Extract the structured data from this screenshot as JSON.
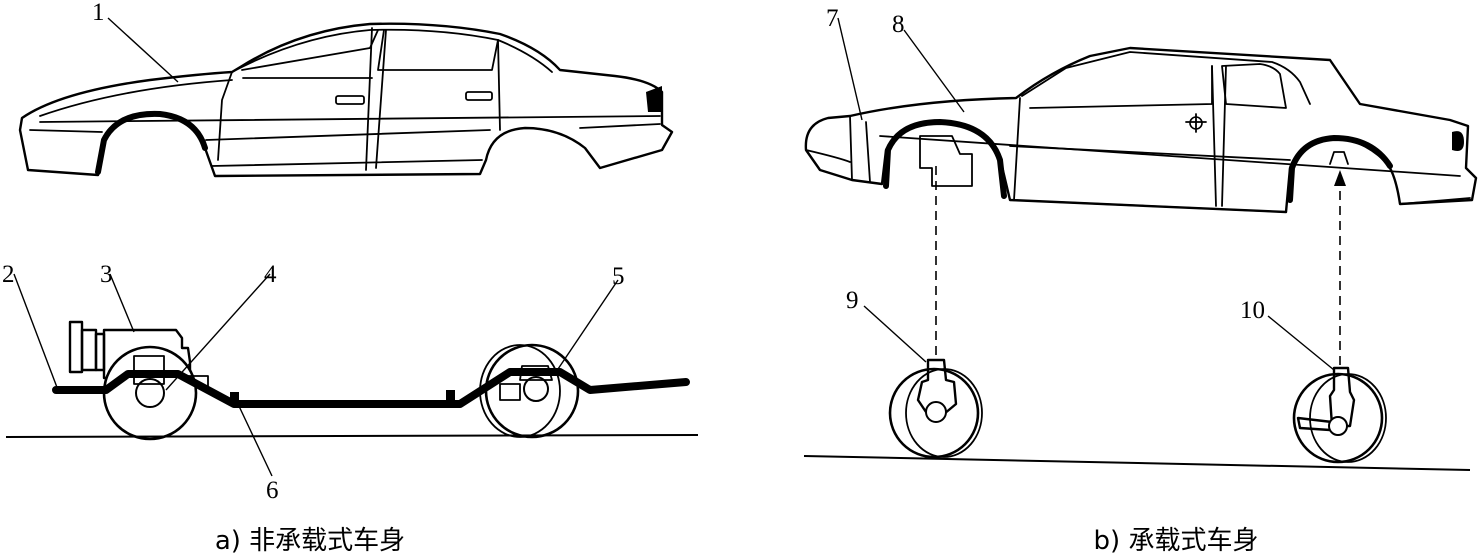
{
  "callouts": {
    "c1": "1",
    "c2": "2",
    "c3": "3",
    "c4": "4",
    "c5": "5",
    "c6": "6",
    "c7": "7",
    "c8": "8",
    "c9": "9",
    "c10": "10"
  },
  "captions": {
    "left": "a) 非承载式车身",
    "right": "b) 承载式车身"
  }
}
